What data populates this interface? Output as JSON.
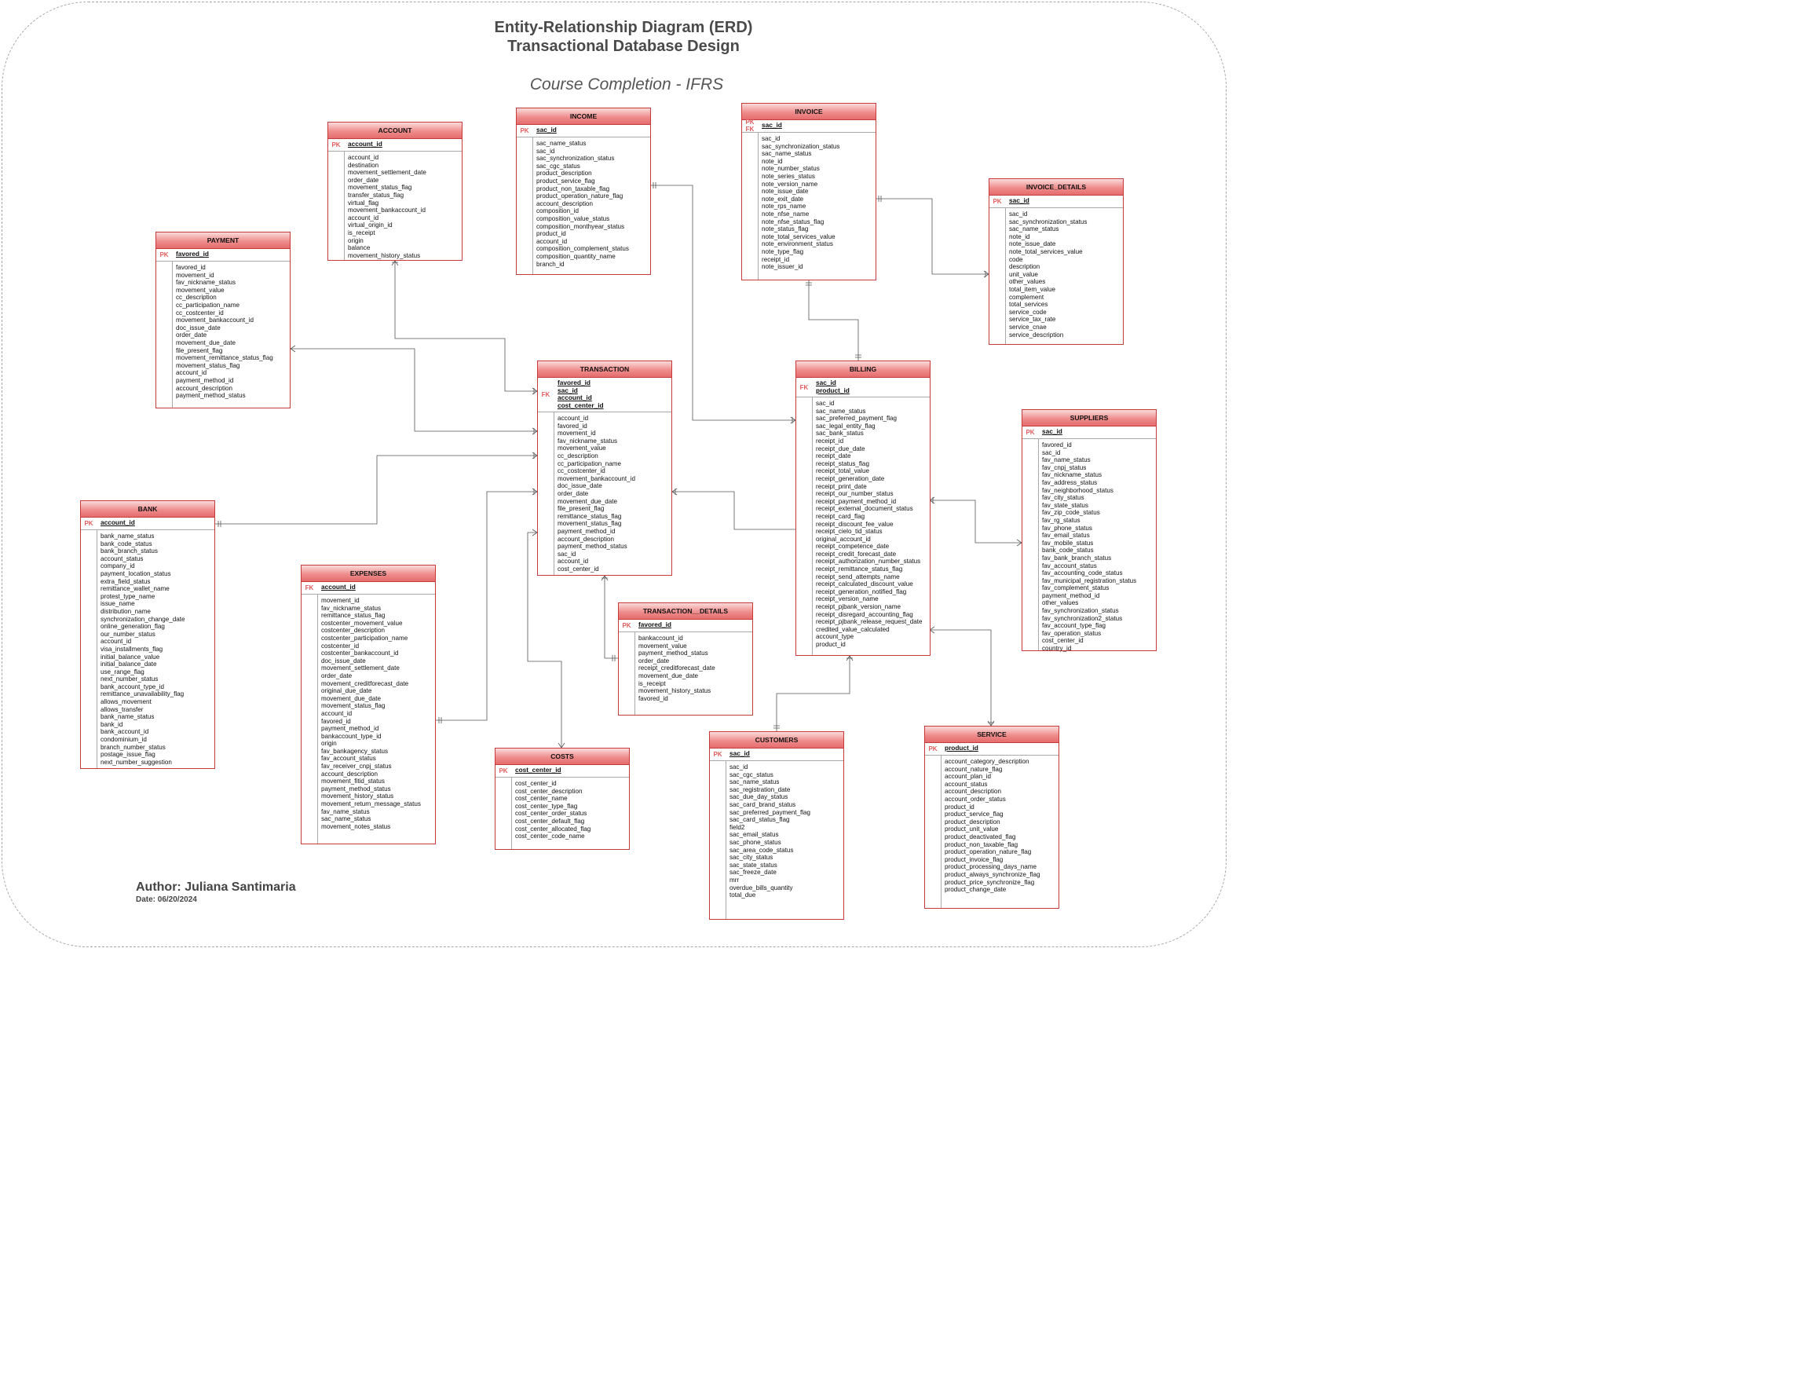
{
  "header": {
    "title_line1": "Entity-Relationship Diagram (ERD)",
    "title_line2": "Transactional Database Design",
    "subtitle": "Course Completion - IFRS"
  },
  "footer": {
    "author": "Author: Juliana Santimaria",
    "date": "Date: 06/20/2024"
  },
  "entities": {
    "account": {
      "name": "ACCOUNT",
      "key_label": "PK",
      "keys": [
        "account_id"
      ],
      "fields": [
        "account_id",
        "destination",
        "movement_settlement_date",
        "order_date",
        "movement_status_flag",
        "transfer_status_flag",
        "virtual_flag",
        "movement_bankaccount_id",
        "account_id",
        "virtual_origin_id",
        "is_receipt",
        "origin",
        "balance",
        "movement_history_status"
      ]
    },
    "income": {
      "name": "INCOME",
      "key_label": "PK",
      "keys": [
        "sac_id"
      ],
      "fields": [
        "sac_name_status",
        "sac_id",
        "sac_synchronization_status",
        "sac_cgc_status",
        "product_description",
        "product_service_flag",
        "product_non_taxable_flag",
        "product_operation_nature_flag",
        "account_description",
        "composition_id",
        "composition_value_status",
        "composition_monthyear_status",
        "product_id",
        "account_id",
        "composition_complement_status",
        "composition_quantity_name",
        "branch_id"
      ]
    },
    "invoice": {
      "name": "INVOICE",
      "key_label": "PK\nFK",
      "keys": [
        "sac_id"
      ],
      "fields": [
        "sac_id",
        "sac_synchronization_status",
        "sac_name_status",
        "note_id",
        "note_number_status",
        "note_series_status",
        "note_version_name",
        "note_issue_date",
        "note_exit_date",
        "note_rps_name",
        "note_nfse_name",
        "note_nfse_status_flag",
        "note_status_flag",
        "note_total_services_value",
        "note_environment_status",
        "note_type_flag",
        "receipt_id",
        "note_issuer_id"
      ]
    },
    "invoice_details": {
      "name": "INVOICE_DETAILS",
      "key_label": "PK",
      "keys": [
        "sac_id"
      ],
      "fields": [
        "sac_id",
        "sac_synchronization_status",
        "sac_name_status",
        "note_id",
        "note_issue_date",
        "note_total_services_value",
        "code",
        "description",
        "unit_value",
        "other_values",
        "total_item_value",
        "complement",
        "total_services",
        "service_code",
        "service_tax_rate",
        "service_cnae",
        "service_description"
      ]
    },
    "payment": {
      "name": "PAYMENT",
      "key_label": "PK",
      "keys": [
        "favored_id"
      ],
      "fields": [
        "favored_id",
        "movement_id",
        "fav_nickname_status",
        "movement_value",
        "cc_description",
        "cc_participation_name",
        "cc_costcenter_id",
        "movement_bankaccount_id",
        "doc_issue_date",
        "order_date",
        "movement_due_date",
        "file_present_flag",
        "movement_remittance_status_flag",
        "movement_status_flag",
        "account_id",
        "payment_method_id",
        "account_description",
        "payment_method_status"
      ]
    },
    "transaction": {
      "name": "TRANSACTION",
      "key_label": "FK",
      "keys": [
        "favored_id",
        "sac_id",
        "account_id",
        "cost_center_id"
      ],
      "fields": [
        "account_id",
        "favored_id",
        "movement_id",
        "fav_nickname_status",
        "movement_value",
        "cc_description",
        "cc_participation_name",
        "cc_costcenter_id",
        "movement_bankaccount_id",
        "doc_issue_date",
        "order_date",
        "movement_due_date",
        "file_present_flag",
        "remittance_status_flag",
        "movement_status_flag",
        "payment_method_id",
        "account_description",
        "payment_method_status",
        "sac_id",
        "account_id",
        "cost_center_id"
      ]
    },
    "billing": {
      "name": "BILLING",
      "key_label": "FK",
      "keys": [
        "sac_id",
        "product_id"
      ],
      "fields": [
        "sac_id",
        "sac_name_status",
        "sac_preferred_payment_flag",
        "sac_legal_entity_flag",
        "sac_bank_status",
        "receipt_id",
        "receipt_due_date",
        "receipt_date",
        "receipt_status_flag",
        "receipt_total_value",
        "receipt_generation_date",
        "receipt_print_date",
        "receipt_our_number_status",
        "receipt_payment_method_id",
        "receipt_external_document_status",
        "receipt_card_flag",
        "receipt_discount_fee_value",
        "receipt_cielo_tid_status",
        "original_account_id",
        "receipt_competence_date",
        "receipt_credit_forecast_date",
        "receipt_authorization_number_status",
        "receipt_remittance_status_flag",
        "receipt_send_attempts_name",
        "receipt_calculated_discount_value",
        "receipt_generation_notified_flag",
        "receipt_version_name",
        "receipt_pjbank_version_name",
        "receipt_disregard_accounting_flag",
        "receipt_pjbank_release_request_date",
        "credited_value_calculated",
        "account_type",
        "product_id"
      ]
    },
    "suppliers": {
      "name": "SUPPLIERS",
      "key_label": "PK",
      "keys": [
        "sac_id"
      ],
      "fields": [
        "favored_id",
        "sac_id",
        "fav_name_status",
        "fav_cnpj_status",
        "fav_nickname_status",
        "fav_address_status",
        "fav_neighborhood_status",
        "fav_city_status",
        "fav_state_status",
        "fav_zip_code_status",
        "fav_rg_status",
        "fav_phone_status",
        "fav_email_status",
        "fav_mobile_status",
        "bank_code_status",
        "fav_bank_branch_status",
        "fav_account_status",
        "fav_accounting_code_status",
        "fav_municipal_registration_status",
        "fav_complement_status",
        "payment_method_id",
        "other_values",
        "fav_synchronization_status",
        "fav_synchronization2_status",
        "fav_account_type_flag",
        "fav_operation_status",
        "cost_center_id",
        "country_id"
      ]
    },
    "bank": {
      "name": "BANK",
      "key_label": "PK",
      "keys": [
        "account_id"
      ],
      "fields": [
        "bank_name_status",
        "bank_code_status",
        "bank_branch_status",
        "account_status",
        "company_id",
        "payment_location_status",
        "extra_field_status",
        "remittance_wallet_name",
        "protest_type_name",
        "issue_name",
        "distribution_name",
        "synchronization_change_date",
        "online_generation_flag",
        "our_number_status",
        "account_id",
        "visa_installments_flag",
        "initial_balance_value",
        "initial_balance_date",
        "use_range_flag",
        "next_number_status",
        "bank_account_type_id",
        "remittance_unavailability_flag",
        "allows_movement",
        "allows_transfer",
        "bank_name_status",
        "bank_id",
        "bank_account_id",
        "condominium_id",
        "branch_number_status",
        "postage_issue_flag",
        "next_number_suggestion"
      ]
    },
    "expenses": {
      "name": "EXPENSES",
      "key_label": "FK",
      "keys": [
        "account_id"
      ],
      "fields": [
        "movement_id",
        "fav_nickname_status",
        "remittance_status_flag",
        "costcenter_movement_value",
        "costcenter_description",
        "costcenter_participation_name",
        "costcenter_id",
        "costcenter_bankaccount_id",
        "doc_issue_date",
        "movement_settlement_date",
        "order_date",
        "movement_creditforecast_date",
        "original_due_date",
        "movement_due_date",
        "movement_status_flag",
        "account_id",
        "favored_id",
        "payment_method_id",
        "bankaccount_type_id",
        "origin",
        "fav_bankagency_status",
        "fav_account_status",
        "fav_receiver_cnpj_status",
        "account_description",
        "movement_fitid_status",
        "payment_method_status",
        "movement_history_status",
        "movement_return_message_status",
        "fav_name_status",
        "sac_name_status",
        "movement_notes_status"
      ]
    },
    "transaction_details": {
      "name": "TRANSACTION__DETAILS",
      "key_label": "PK",
      "keys": [
        "favored_id"
      ],
      "fields": [
        "bankaccount_id",
        "movement_value",
        "payment_method_status",
        "order_date",
        "receipt_creditforecast_date",
        "movement_due_date",
        "is_receipt",
        "movement_history_status",
        "favored_id"
      ]
    },
    "costs": {
      "name": "COSTS",
      "key_label": "PK",
      "keys": [
        "cost_center_id"
      ],
      "fields": [
        "cost_center_id",
        "cost_center_description",
        "cost_center_name",
        "cost_center_type_flag",
        "cost_center_order_status",
        "cost_center_default_flag",
        "cost_center_allocated_flag",
        "cost_center_code_name"
      ]
    },
    "customers": {
      "name": "CUSTOMERS",
      "key_label": "PK",
      "keys": [
        "sac_id"
      ],
      "fields": [
        "sac_id",
        "sac_cgc_status",
        "sac_name_status",
        "sac_registration_date",
        "sac_due_day_status",
        "sac_card_brand_status",
        "sac_preferred_payment_flag",
        "sac_card_status_flag",
        "field2",
        "sac_email_status",
        "sac_phone_status",
        "sac_area_code_status",
        "sac_city_status",
        "sac_state_status",
        "sac_freeze_date",
        "mrr",
        "overdue_bills_quantity",
        "total_due"
      ]
    },
    "service": {
      "name": "SERVICE",
      "key_label": "PK",
      "keys": [
        "product_id"
      ],
      "fields": [
        "account_category_description",
        "account_nature_flag",
        "account_plan_id",
        "account_status",
        "account_description",
        "account_order_status",
        "product_id",
        "product_service_flag",
        "product_description",
        "product_unit_value",
        "product_deactivated_flag",
        "product_non_taxable_flag",
        "product_operation_nature_flag",
        "product_invoice_flag",
        "product_processing_days_name",
        "product_always_synchronize_flag",
        "product_price_synchronize_flag",
        "product_change_date"
      ]
    }
  }
}
